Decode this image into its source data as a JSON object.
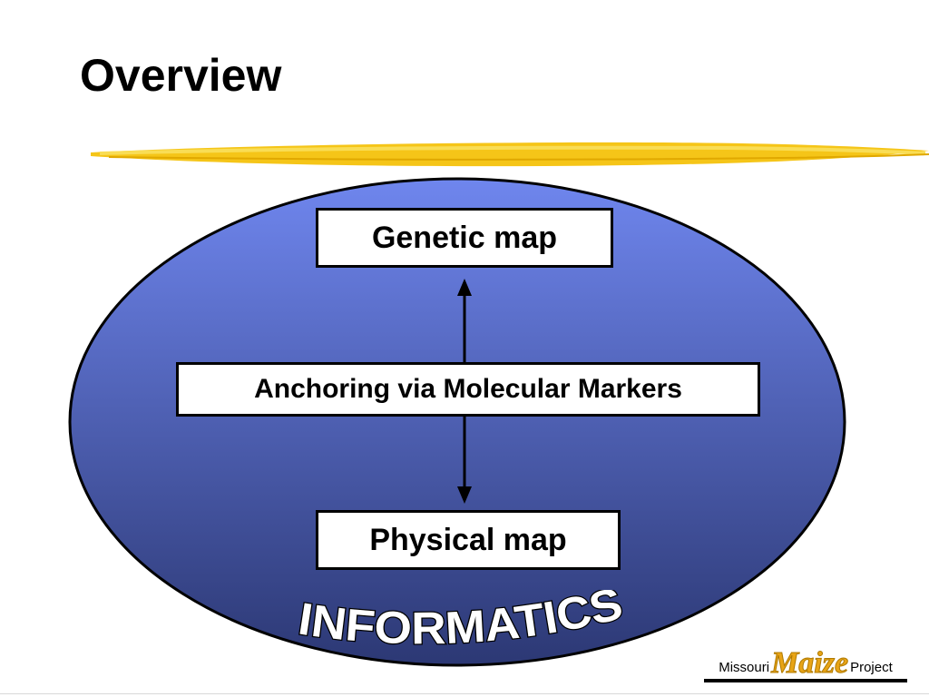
{
  "slide": {
    "title": "Overview"
  },
  "diagram": {
    "top_box": "Genetic map",
    "middle_box": "Anchoring via Molecular Markers",
    "bottom_box": "Physical map",
    "banner": "INFORMATICS"
  },
  "logo": {
    "left_text": "Missouri",
    "center_text": "Maize",
    "right_text": "Project"
  },
  "colors": {
    "ellipse_top": "#6f86ee",
    "ellipse_bottom": "#2c3874",
    "underline": "#f5c518",
    "maize_text": "#e8a416"
  }
}
